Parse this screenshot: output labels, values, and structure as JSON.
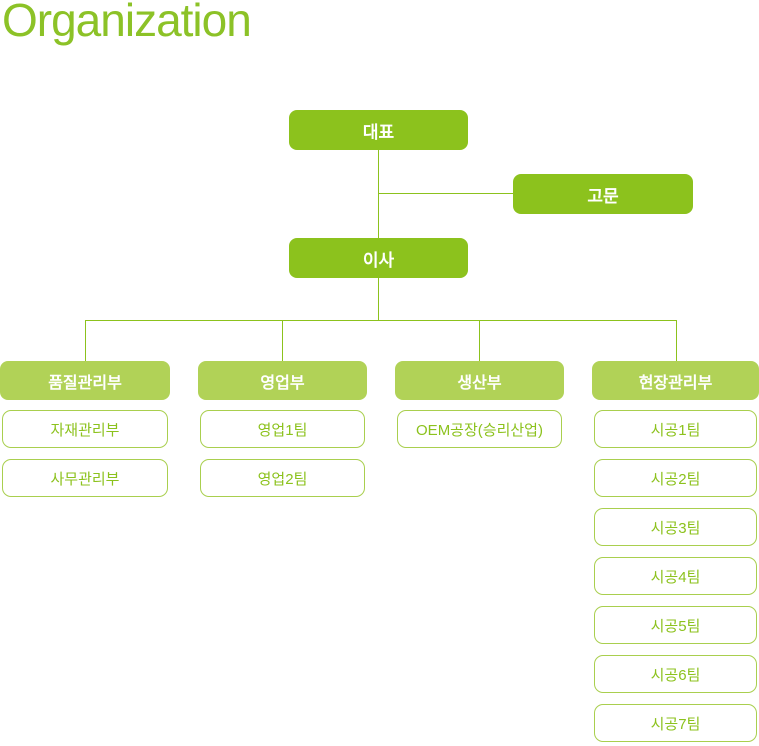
{
  "page": {
    "title": "Organization"
  },
  "colors": {
    "primary_green": "#8cc21d",
    "light_green": "#b1d257",
    "title_green": "#8cc227",
    "team_border": "#a9cf4e",
    "background": "#ffffff"
  },
  "org": {
    "ceo": "대표",
    "advisor": "고문",
    "director": "이사",
    "departments": [
      {
        "name": "품질관리부",
        "teams": [
          "자재관리부",
          "사무관리부"
        ]
      },
      {
        "name": "영업부",
        "teams": [
          "영업1팀",
          "영업2팀"
        ]
      },
      {
        "name": "생산부",
        "teams": [
          "OEM공장(승리산업)"
        ]
      },
      {
        "name": "현장관리부",
        "teams": [
          "시공1팀",
          "시공2팀",
          "시공3팀",
          "시공4팀",
          "시공5팀",
          "시공6팀",
          "시공7팀"
        ]
      }
    ]
  }
}
